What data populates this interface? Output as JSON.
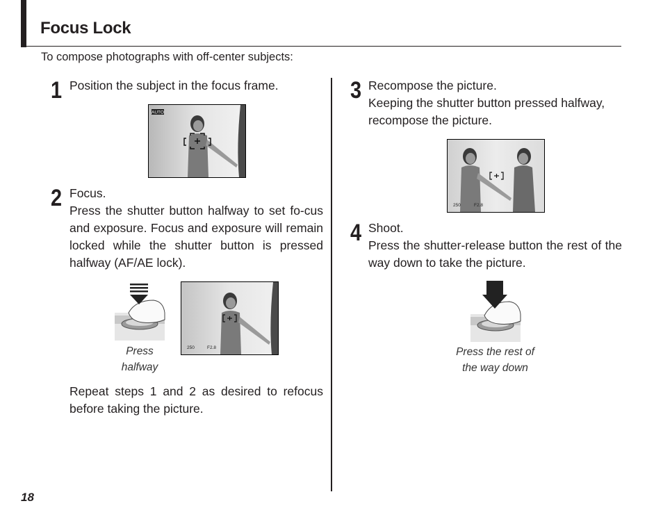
{
  "header": {
    "title": "Focus Lock",
    "intro": "To compose photographs with off-center subjects:"
  },
  "steps": [
    {
      "number": "1",
      "title": "Position the subject in the focus frame.",
      "body": "",
      "lcd": {
        "mode_badge": "AUTO"
      }
    },
    {
      "number": "2",
      "title": "Focus.",
      "body": "Press the shutter button halfway to set fo-cus and exposure.  Focus and exposure will remain locked while the shutter button is pressed halfway (AF/AE lock).",
      "caption_line1": "Press",
      "caption_line2": "halfway",
      "lcd": {
        "shutter": "250",
        "aperture": "F2.8"
      },
      "note": "Repeat steps 1 and 2 as desired to refocus before taking the picture."
    },
    {
      "number": "3",
      "title": "Recompose the picture.",
      "body": "Keeping the shutter button pressed halfway, recompose the picture.",
      "lcd": {
        "shutter": "250",
        "aperture": "F2.8"
      }
    },
    {
      "number": "4",
      "title": "Shoot.",
      "body": "Press the shutter-release button the rest of the way down to take the picture.",
      "caption_line1": "Press the rest of",
      "caption_line2": "the way down"
    }
  ],
  "footer": {
    "page_number": "18"
  },
  "colors": {
    "text": "#231f20",
    "rule": "#231f20"
  }
}
